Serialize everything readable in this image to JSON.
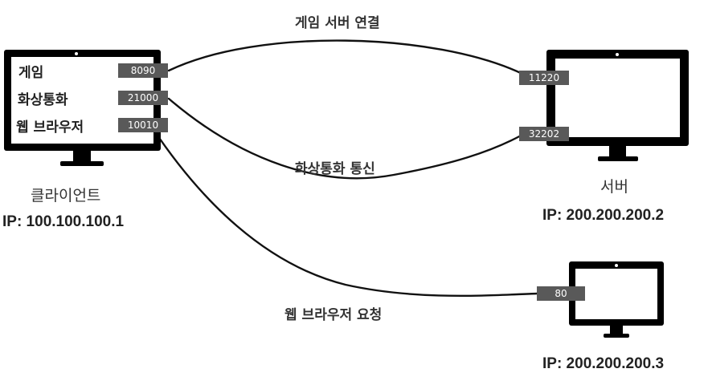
{
  "connections": {
    "game": "게임 서버 연결",
    "video": "화상통화 통신",
    "web": "웹 브라우저 요청"
  },
  "client": {
    "name": "클라이언트",
    "ip": "IP: 100.100.100.1",
    "apps": [
      {
        "label": "게임",
        "port": "8090"
      },
      {
        "label": "화상통화",
        "port": "21000"
      },
      {
        "label": "웹 브라우저",
        "port": "10010"
      }
    ]
  },
  "server": {
    "name": "서버",
    "ip": "IP: 200.200.200.2",
    "ports": [
      "11220",
      "32202"
    ]
  },
  "web_server": {
    "ip": "IP: 200.200.200.3",
    "port": "80"
  }
}
